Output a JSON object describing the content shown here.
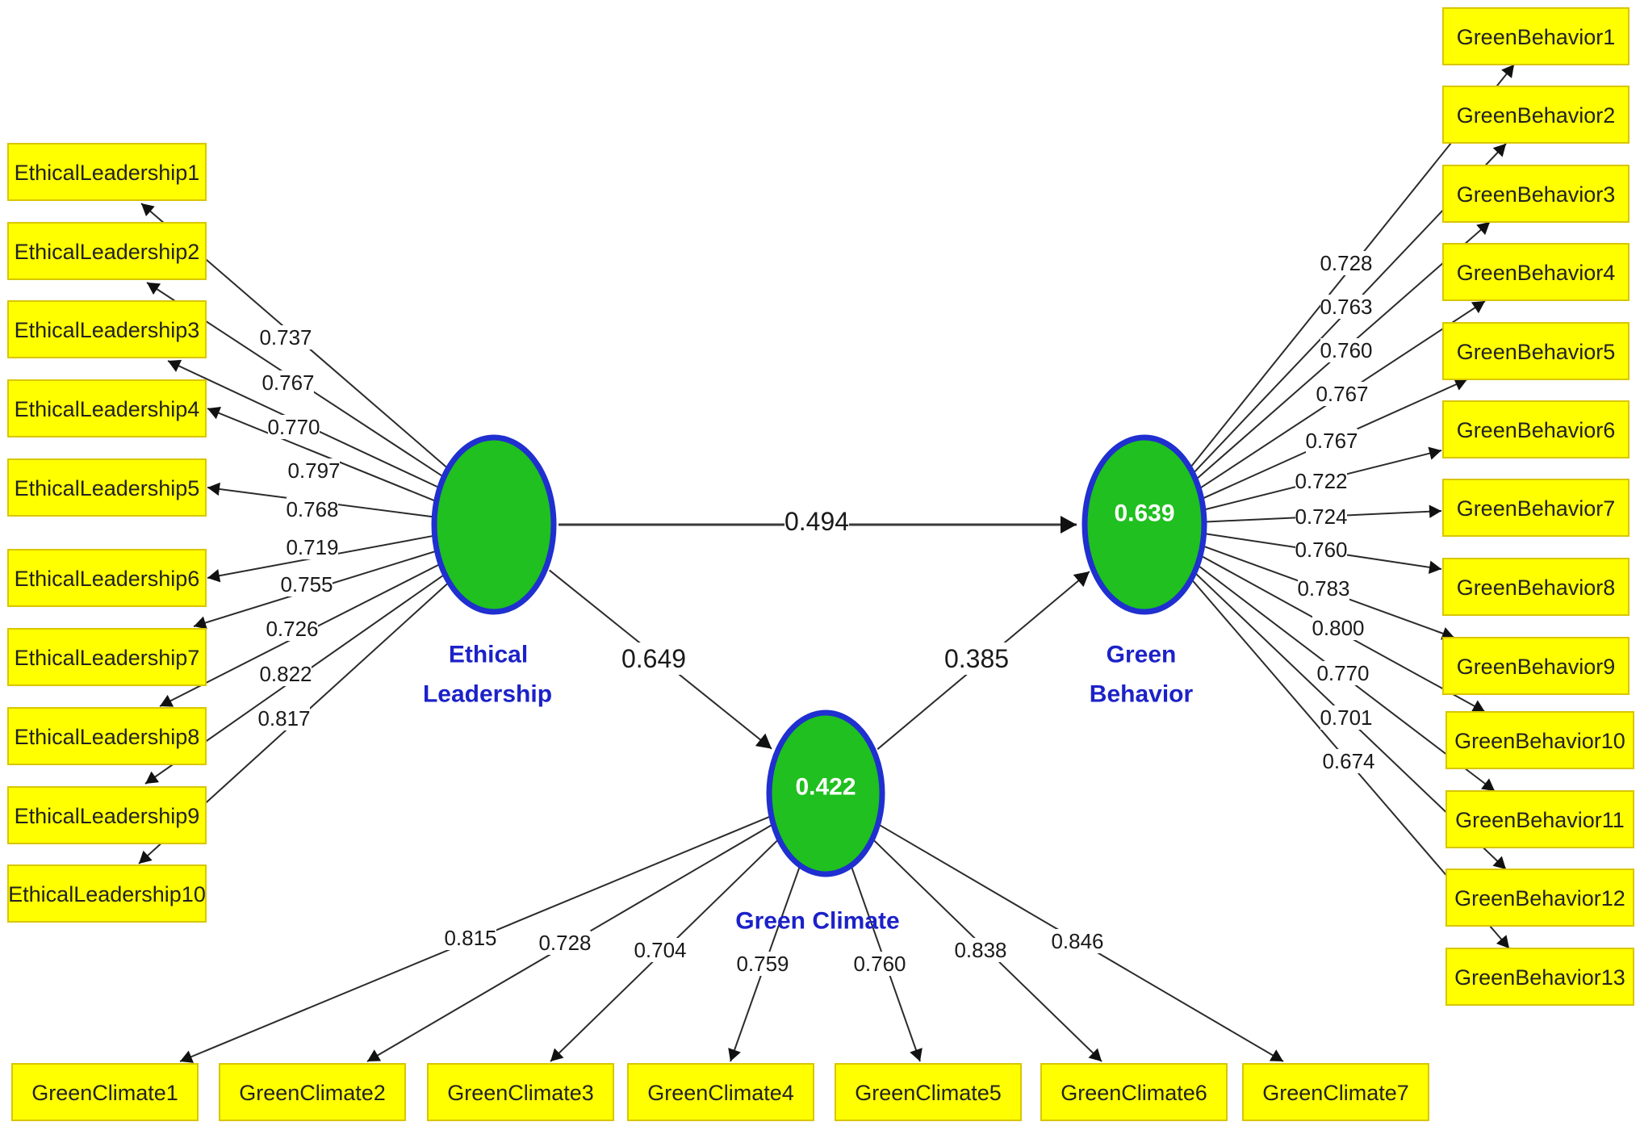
{
  "colors": {
    "latent_fill": "#1fc01f",
    "latent_stroke": "#1f2fd0",
    "indicator_fill": "#ffff00",
    "latent_label": "#1c22c8"
  },
  "latents": {
    "ethical_leadership": {
      "label_line1": "Ethical",
      "label_line2": "Leadership",
      "r2": ""
    },
    "green_climate": {
      "label_line1": "Green Climate",
      "label_line2": "",
      "r2": "0.422"
    },
    "green_behavior": {
      "label_line1": "Green",
      "label_line2": "Behavior",
      "r2": "0.639"
    }
  },
  "paths": [
    {
      "from": "Ethical Leadership",
      "to": "Green Behavior",
      "coefficient": "0.494"
    },
    {
      "from": "Ethical Leadership",
      "to": "Green Climate",
      "coefficient": "0.649"
    },
    {
      "from": "Green Climate",
      "to": "Green Behavior",
      "coefficient": "0.385"
    }
  ],
  "indicators": {
    "ethical_leadership": [
      {
        "name": "EthicalLeadership1",
        "loading": "0.737"
      },
      {
        "name": "EthicalLeadership2",
        "loading": "0.767"
      },
      {
        "name": "EthicalLeadership3",
        "loading": "0.770"
      },
      {
        "name": "EthicalLeadership4",
        "loading": "0.797"
      },
      {
        "name": "EthicalLeadership5",
        "loading": "0.768"
      },
      {
        "name": "EthicalLeadership6",
        "loading": "0.719"
      },
      {
        "name": "EthicalLeadership7",
        "loading": "0.755"
      },
      {
        "name": "EthicalLeadership8",
        "loading": "0.726"
      },
      {
        "name": "EthicalLeadership9",
        "loading": "0.822"
      },
      {
        "name": "EthicalLeadership10",
        "loading": "0.817"
      }
    ],
    "green_behavior": [
      {
        "name": "GreenBehavior1",
        "loading": "0.728"
      },
      {
        "name": "GreenBehavior2",
        "loading": "0.763"
      },
      {
        "name": "GreenBehavior3",
        "loading": "0.760"
      },
      {
        "name": "GreenBehavior4",
        "loading": "0.767"
      },
      {
        "name": "GreenBehavior5",
        "loading": "0.767"
      },
      {
        "name": "GreenBehavior6",
        "loading": "0.722"
      },
      {
        "name": "GreenBehavior7",
        "loading": "0.724"
      },
      {
        "name": "GreenBehavior8",
        "loading": "0.760"
      },
      {
        "name": "GreenBehavior9",
        "loading": "0.783"
      },
      {
        "name": "GreenBehavior10",
        "loading": "0.800"
      },
      {
        "name": "GreenBehavior11",
        "loading": "0.770"
      },
      {
        "name": "GreenBehavior12",
        "loading": "0.701"
      },
      {
        "name": "GreenBehavior13",
        "loading": "0.674"
      }
    ],
    "green_climate": [
      {
        "name": "GreenClimate1",
        "loading": "0.815"
      },
      {
        "name": "GreenClimate2",
        "loading": "0.728"
      },
      {
        "name": "GreenClimate3",
        "loading": "0.704"
      },
      {
        "name": "GreenClimate4",
        "loading": "0.759"
      },
      {
        "name": "GreenClimate5",
        "loading": "0.760"
      },
      {
        "name": "GreenClimate6",
        "loading": "0.838"
      },
      {
        "name": "GreenClimate7",
        "loading": "0.846"
      }
    ]
  }
}
